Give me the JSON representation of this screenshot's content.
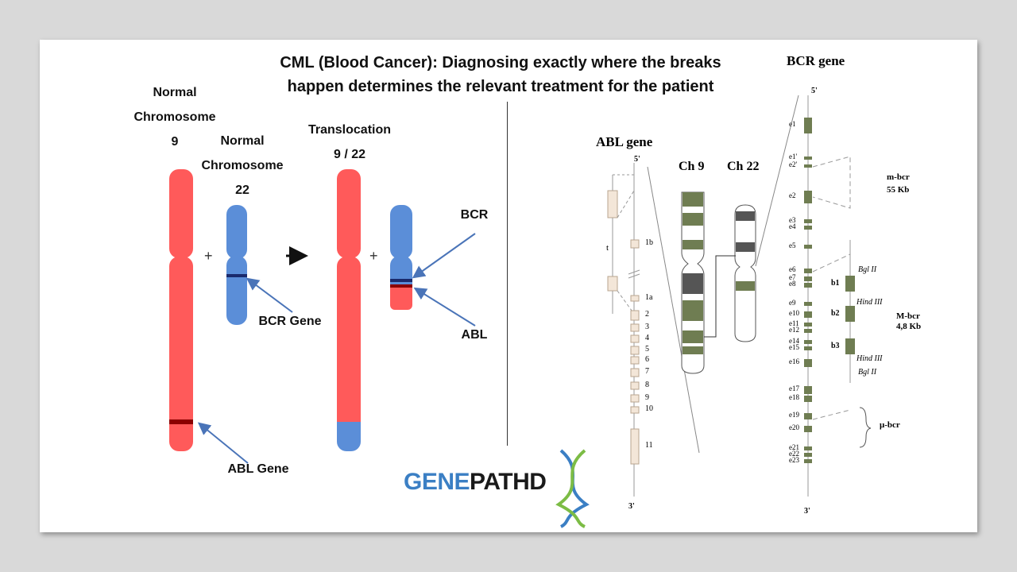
{
  "title_line1": "CML (Blood Cancer): Diagnosing exactly where the breaks",
  "title_line2": "happen determines the relevant treatment for the patient",
  "left": {
    "normal9_lines": [
      "Normal",
      "Chromosome",
      "9"
    ],
    "normal22_lines": [
      "Normal",
      "Chromosome",
      "22"
    ],
    "translocation_lines": [
      "Translocation",
      "9 / 22"
    ],
    "plus": "+",
    "arrow": "→",
    "bcr_gene_label": "BCR Gene",
    "abl_gene_label": "ABL Gene",
    "bcr_label": "BCR",
    "abl_label": "ABL",
    "colors": {
      "red": "#ff5a5a",
      "blue": "#5b8ed8",
      "dark_band": "#8b0000",
      "navy_band": "#1a2a6c"
    }
  },
  "logo": {
    "part1": "GENE",
    "part2": "PATH",
    "part3": "D",
    "colors": {
      "gene": "#3b7fc4",
      "path": "#1a1a1a"
    }
  },
  "right": {
    "abl_title": "ABL gene",
    "bcr_title": "BCR gene",
    "ch9_label": "Ch 9",
    "ch22_label": "Ch 22",
    "five_prime": "5'",
    "three_prime": "3'",
    "abl_t": "t",
    "abl_exons": [
      "1b",
      "1a",
      "2",
      "3",
      "4",
      "5",
      "6",
      "7",
      "8",
      "9",
      "10",
      "11"
    ],
    "bcr_exons": [
      "e1",
      "e1'",
      "e2'",
      "e2",
      "e3",
      "e4",
      "e5",
      "e6",
      "e7",
      "e8",
      "e9",
      "e10",
      "e11",
      "e12",
      "e14",
      "e15",
      "e16",
      "e17",
      "e18",
      "e19",
      "e20",
      "e21",
      "e22",
      "e23"
    ],
    "m_bcr_lines": [
      "m-bcr",
      "55 Kb"
    ],
    "M_bcr_lines": [
      "M-bcr",
      "4,8 Kb"
    ],
    "mu_bcr": "μ-bcr",
    "b_labels": [
      "b1",
      "b2",
      "b3"
    ],
    "site_labels": [
      "Bgl II",
      "Hind III",
      "Hind III",
      "Bgl II"
    ],
    "exon_color": "#6f7d52"
  }
}
